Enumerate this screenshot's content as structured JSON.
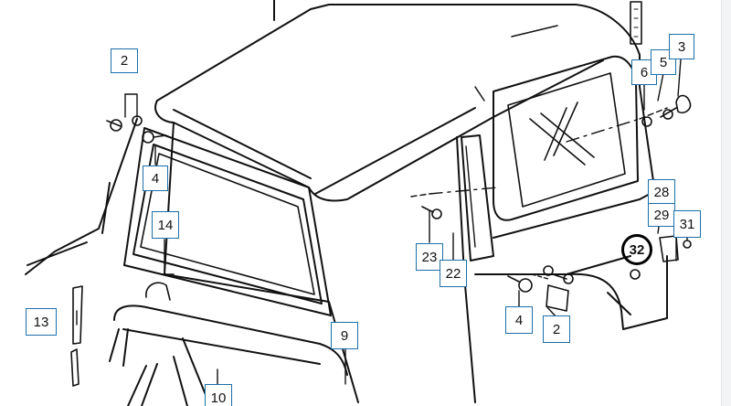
{
  "diagram": {
    "callouts": [
      {
        "id": "c2a",
        "label": "2"
      },
      {
        "id": "c4a",
        "label": "4"
      },
      {
        "id": "c14",
        "label": "14"
      },
      {
        "id": "c13",
        "label": "13"
      },
      {
        "id": "c10",
        "label": "10"
      },
      {
        "id": "c9",
        "label": "9"
      },
      {
        "id": "c23",
        "label": "23"
      },
      {
        "id": "c22",
        "label": "22"
      },
      {
        "id": "c4b",
        "label": "4"
      },
      {
        "id": "c2b",
        "label": "2"
      },
      {
        "id": "c6",
        "label": "6"
      },
      {
        "id": "c5",
        "label": "5"
      },
      {
        "id": "c3",
        "label": "3"
      },
      {
        "id": "c28",
        "label": "28"
      },
      {
        "id": "c29",
        "label": "29"
      },
      {
        "id": "c31",
        "label": "31"
      },
      {
        "id": "c32",
        "label": "32",
        "highlighted": true
      }
    ],
    "colors": {
      "line": "#111111",
      "callout_border": "#1b6fa8",
      "highlight_ring": "#000000",
      "background": "#ffffff"
    }
  }
}
